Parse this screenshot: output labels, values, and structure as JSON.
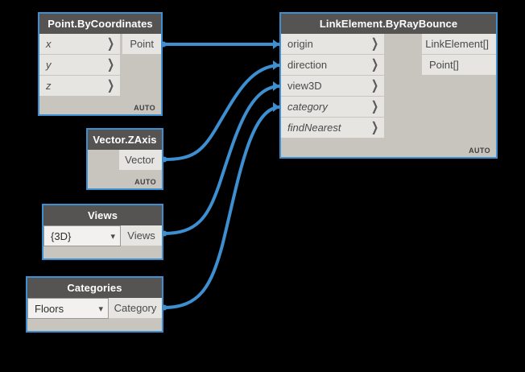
{
  "theme": {
    "background": "#000000",
    "node_border": "#3d8fd1",
    "node_header_bg": "#555453",
    "node_body_bg": "#c8c5bf",
    "port_bg": "#e7e5e1",
    "wire_color": "#3d8fd1",
    "text_color": "#4a4a4a"
  },
  "nodes": [
    {
      "id": "point-bycoordinates",
      "title": "Point.ByCoordinates",
      "inputs": [
        {
          "label": "x",
          "italic": false
        },
        {
          "label": "y",
          "italic": false
        },
        {
          "label": "z",
          "italic": false
        }
      ],
      "outputs": [
        {
          "label": "Point"
        }
      ],
      "status": "AUTO"
    },
    {
      "id": "linkelement-byraybounce",
      "title": "LinkElement.ByRayBounce",
      "inputs": [
        {
          "label": "origin",
          "italic": false
        },
        {
          "label": "direction",
          "italic": false
        },
        {
          "label": "view3D",
          "italic": false
        },
        {
          "label": "category",
          "italic": true
        },
        {
          "label": "findNearest",
          "italic": true
        }
      ],
      "outputs": [
        {
          "label": "LinkElement[]"
        },
        {
          "label": "Point[]"
        }
      ],
      "status": "AUTO"
    },
    {
      "id": "vector-zaxis",
      "title": "Vector.ZAxis",
      "inputs": [],
      "outputs": [
        {
          "label": "Vector"
        }
      ],
      "status": "AUTO"
    },
    {
      "id": "views",
      "title": "Views",
      "dropdown": {
        "value": "{3D}",
        "chevron": "chevron-down-icon"
      },
      "outputs": [
        {
          "label": "Views"
        }
      ],
      "status": ""
    },
    {
      "id": "categories",
      "title": "Categories",
      "dropdown": {
        "value": "Floors",
        "chevron": "chevron-down-icon"
      },
      "outputs": [
        {
          "label": "Category"
        }
      ],
      "status": ""
    }
  ],
  "connections": [
    {
      "from": "point-bycoordinates.Point",
      "to": "linkelement-byraybounce.origin"
    },
    {
      "from": "vector-zaxis.Vector",
      "to": "linkelement-byraybounce.direction"
    },
    {
      "from": "views.Views",
      "to": "linkelement-byraybounce.view3D"
    },
    {
      "from": "categories.Category",
      "to": "linkelement-byraybounce.category"
    }
  ],
  "icons": {
    "caret": "❯"
  }
}
